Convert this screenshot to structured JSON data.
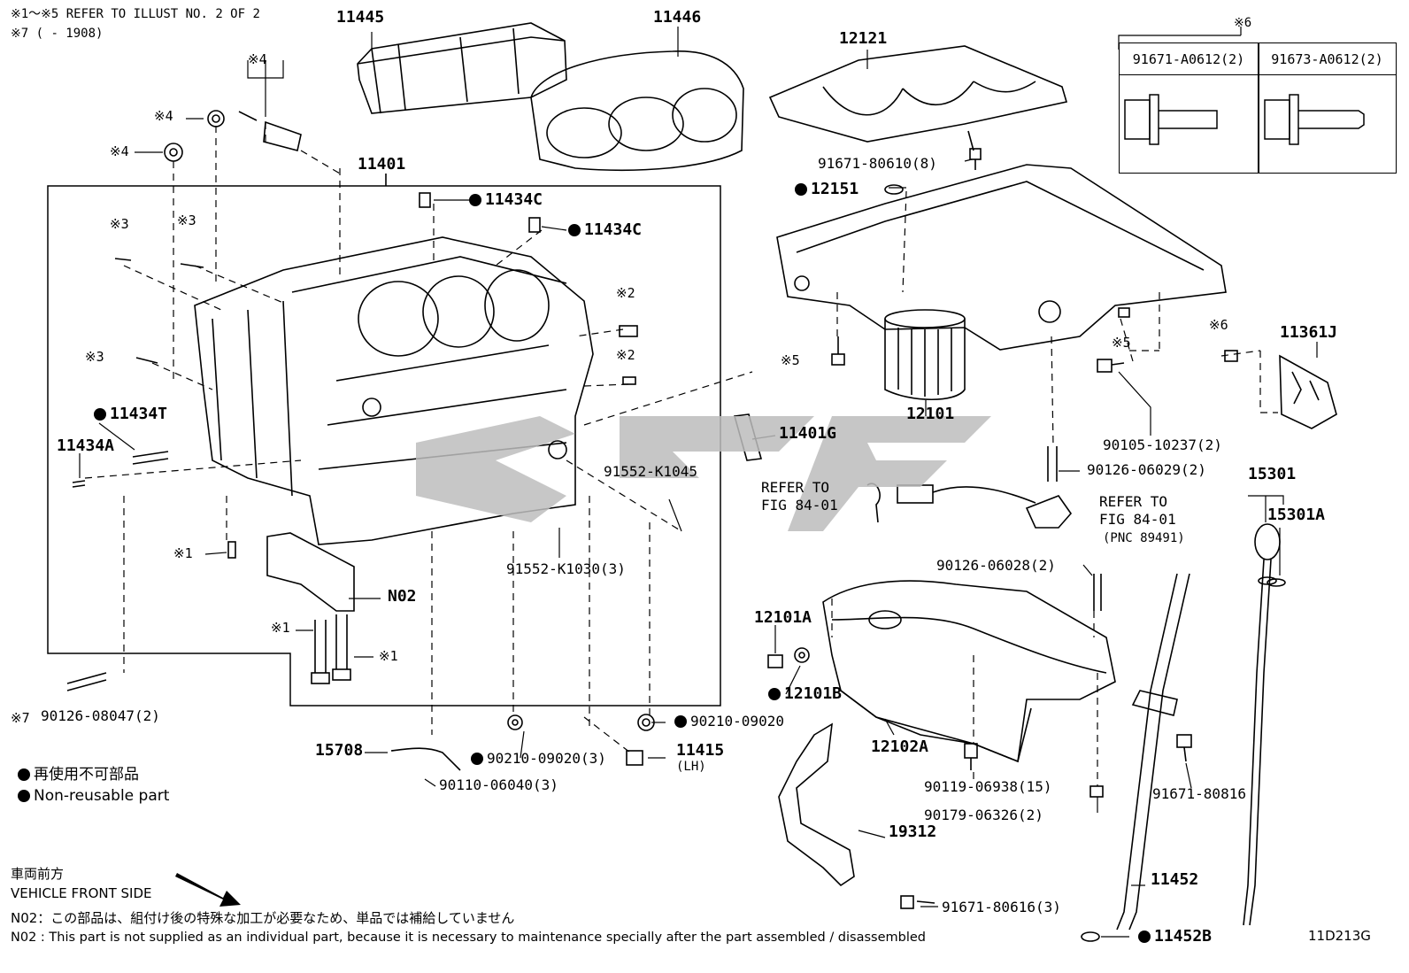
{
  "notes": {
    "header_line1": "※1～※5 REFER TO ILLUST NO. 2 OF 2",
    "header_line2": "※7 (      - 1908)"
  },
  "kit_box": {
    "marker": "※6",
    "col1": "91671-A0612(2)",
    "col2": "91673-A0612(2)"
  },
  "callouts": {
    "p11445": "11445",
    "p11446": "11446",
    "p12121": "12121",
    "p11401": "11401",
    "p11434c_a": "11434C",
    "p11434c_b": "11434C",
    "p11434t": "11434T",
    "p11434a": "11434A",
    "p91671_80610": "91671-80610(8)",
    "p12151": "12151",
    "p12101": "12101",
    "p11361j": "11361J",
    "p90105_10237": "90105-10237(2)",
    "p90126_06029": "90126-06029(2)",
    "p11401g": "11401G",
    "p91552_k1045": "91552-K1045",
    "p91552_k1030": "91552-K1030(3)",
    "p15301": "15301",
    "p15301a": "15301A",
    "refer_left_1": "REFER TO",
    "refer_left_2": "FIG 84-01",
    "refer_right_1": "REFER TO",
    "refer_right_2": "FIG 84-01",
    "refer_right_3": "(PNC 89491)",
    "pN02": "N02",
    "p90126_06028": "90126-06028(2)",
    "p12101a": "12101A",
    "p12101b": "12101B",
    "p90126_08047": "90126-08047(2)",
    "p90210_09020_r": "90210-09020",
    "p15708": "15708",
    "p90210_09020_3": "90210-09020(3)",
    "p11415": "11415",
    "p11415_lh": "(LH)",
    "p90110_06040": "90110-06040(3)",
    "p12102a": "12102A",
    "p90119_06938": "90119-06938(15)",
    "p90179_06326": "90179-06326(2)",
    "p91671_80816": "91671-80816",
    "p19312": "19312",
    "p11452": "11452",
    "p91671_80616": "91671-80616(3)",
    "p11452b": "11452B"
  },
  "markers": {
    "m4a": "※4",
    "m4b": "※4",
    "m4c": "※4",
    "m3a": "※3",
    "m3b": "※3",
    "m3c": "※3",
    "m2a": "※2",
    "m2b": "※2",
    "m1a": "※1",
    "m1b": "※1",
    "m1c": "※1",
    "m5a": "※5",
    "m5b": "※5",
    "m6": "※6",
    "m7": "※7"
  },
  "legend": {
    "jp": "再使用不可部品",
    "en": "Non-reusable part"
  },
  "footer": {
    "front_jp": "車両前方",
    "front_en": "VEHICLE FRONT SIDE",
    "n02_jp": "N02：この部品は、組付け後の特殊な加工が必要なため、単品では補給していません",
    "n02_en": "N02 : This part is not supplied as an individual part, because it is necessary to maintenance specially after the part assembled / disassembled",
    "diagram_code": "11D213G"
  }
}
